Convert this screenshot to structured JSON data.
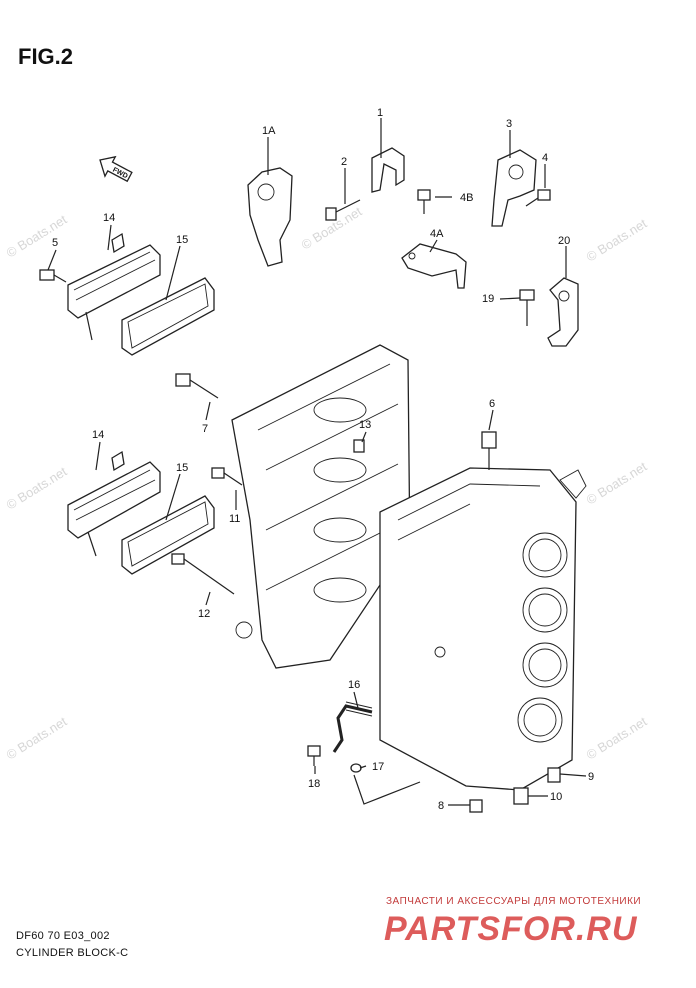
{
  "figure": {
    "title": "FIG.2"
  },
  "watermark": "© Boats.net",
  "fwd_label": "FWD",
  "callouts": [
    "1",
    "1A",
    "2",
    "3",
    "4",
    "4A",
    "4B",
    "5",
    "6",
    "7",
    "8",
    "9",
    "10",
    "11",
    "12",
    "13",
    "14",
    "14",
    "15",
    "15",
    "16",
    "17",
    "18",
    "19",
    "20"
  ],
  "footer": {
    "code": "DF60 70 E03_002",
    "name": "CYLINDER BLOCK-C"
  },
  "brand": {
    "tagline": "ЗАПЧАСТИ И АКСЕССУАРЫ ДЛЯ МОТОТЕХНИКИ",
    "name": "PARTSFOR.RU"
  }
}
